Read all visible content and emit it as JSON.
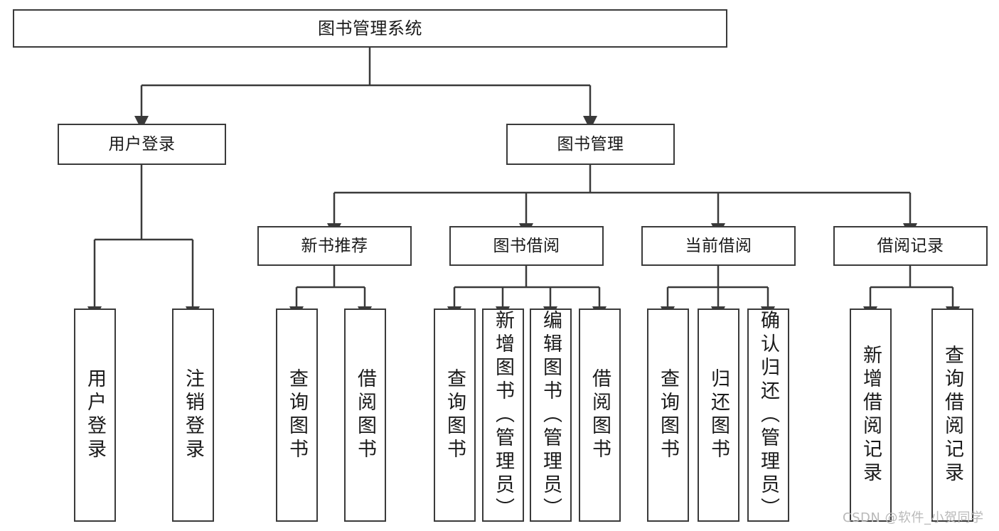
{
  "diagram": {
    "title": "图书管理系统",
    "watermark": "CSDN @软件_小贺同学",
    "colors": {
      "box_border": "#3a3a3a",
      "connector": "#3a3a3a",
      "background": "#ffffff",
      "text": "#1a1a1a",
      "watermark": "#b9b9b9"
    },
    "nodes": {
      "root": {
        "label": "图书管理系统"
      },
      "level1": [
        {
          "label": "用户登录"
        },
        {
          "label": "图书管理"
        }
      ],
      "level2": [
        {
          "label": "新书推荐"
        },
        {
          "label": "图书借阅"
        },
        {
          "label": "当前借阅"
        },
        {
          "label": "借阅记录"
        }
      ],
      "leaves": {
        "user_login": [
          {
            "label": "用户登录"
          },
          {
            "label": "注销登录"
          }
        ],
        "new_book_rec": [
          {
            "label": "查询图书"
          },
          {
            "label": "借阅图书"
          }
        ],
        "book_borrow": [
          {
            "label": "查询图书"
          },
          {
            "label": "新增图书（管理员）"
          },
          {
            "label": "编辑图书（管理员）"
          },
          {
            "label": "借阅图书"
          }
        ],
        "current_borrow": [
          {
            "label": "查询图书"
          },
          {
            "label": "归还图书"
          },
          {
            "label": "确认归还（管理员）"
          }
        ],
        "borrow_record": [
          {
            "label": "新增借阅记录"
          },
          {
            "label": "查询借阅记录"
          }
        ]
      }
    }
  }
}
